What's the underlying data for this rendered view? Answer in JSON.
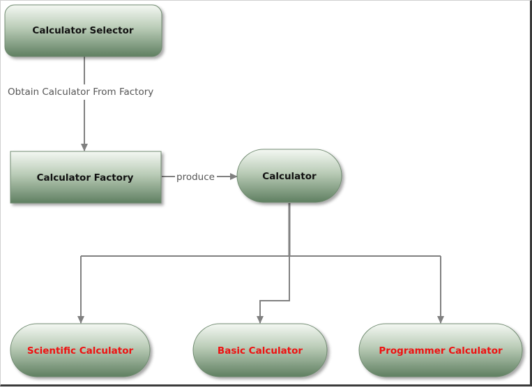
{
  "diagram": {
    "nodes": {
      "selector": {
        "label": "Calculator Selector",
        "text_color": "#111111"
      },
      "factory": {
        "label": "Calculator Factory",
        "text_color": "#111111"
      },
      "calculator": {
        "label": "Calculator",
        "text_color": "#111111"
      },
      "scientific": {
        "label": "Scientific Calculator",
        "text_color": "#ee1111"
      },
      "basic": {
        "label": "Basic Calculator",
        "text_color": "#ee1111"
      },
      "programmer": {
        "label": "Programmer Calculator",
        "text_color": "#ee1111"
      }
    },
    "edges": {
      "obtain": {
        "label": "Obtain Calculator From Factory"
      },
      "produce": {
        "label": "produce"
      }
    },
    "colors": {
      "node_fill_top": "#f4f8f3",
      "node_fill_mid": "#b9cbb6",
      "node_fill_bottom": "#5f7f61",
      "node_stroke": "#6f8a6f",
      "connector": "#808080"
    }
  }
}
